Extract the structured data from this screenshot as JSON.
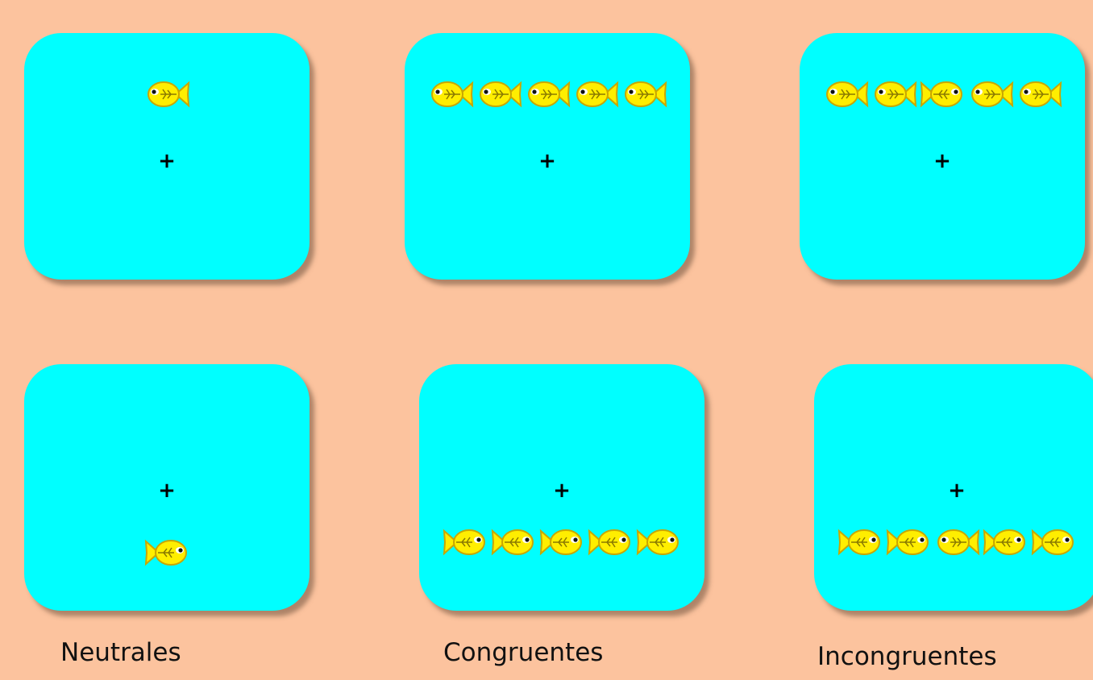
{
  "colors": {
    "background": "#fcc39e",
    "panel": "#00ffff",
    "fish_body": "#ffee00",
    "fish_outline": "#c9a600",
    "fixation": "#000000"
  },
  "fixation_symbol": "+",
  "conditions": [
    {
      "caption": "Neutrales",
      "trials": [
        {
          "target_position": "above",
          "fish": [
            "left"
          ]
        },
        {
          "target_position": "below",
          "fish": [
            "right"
          ]
        }
      ]
    },
    {
      "caption": "Congruentes",
      "trials": [
        {
          "target_position": "above",
          "fish": [
            "left",
            "left",
            "left",
            "left",
            "left"
          ]
        },
        {
          "target_position": "below",
          "fish": [
            "right",
            "right",
            "right",
            "right",
            "right"
          ]
        }
      ]
    },
    {
      "caption": "Incongruentes",
      "trials": [
        {
          "target_position": "above",
          "fish": [
            "left",
            "left",
            "right",
            "left",
            "left"
          ]
        },
        {
          "target_position": "below",
          "fish": [
            "right",
            "right",
            "left",
            "right",
            "right"
          ]
        }
      ]
    }
  ]
}
